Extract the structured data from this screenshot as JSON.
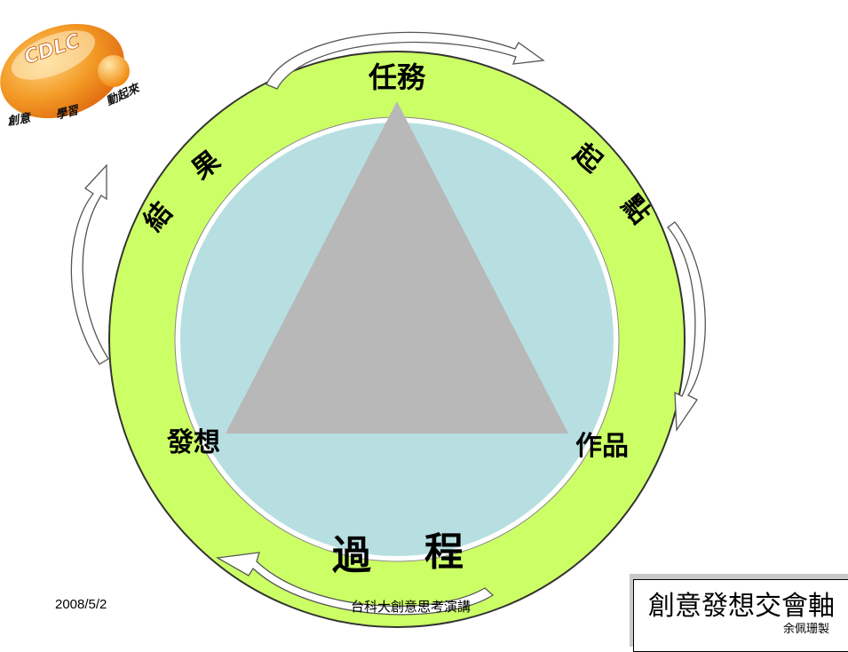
{
  "logo": {
    "brand": "CDLC",
    "taglines": [
      "創意",
      "學習",
      "動起來"
    ]
  },
  "diagram": {
    "top_label": "任務",
    "upper_right_label": [
      "起",
      "點"
    ],
    "upper_left_label": [
      "結",
      "果"
    ],
    "lower_left_label": "發想",
    "lower_right_label": "作品",
    "bottom_label": [
      "過",
      "程"
    ]
  },
  "footer": {
    "date": "2008/5/2",
    "source": "台科大創意思考演講"
  },
  "title_box": {
    "title": "創意發想交會軸",
    "author": "余佩珊製"
  },
  "colors": {
    "ring": "#ccff66",
    "inner_circle": "#b7dfe2",
    "triangle": "#b8b8b8",
    "logo_orange": "#f08a1c"
  }
}
